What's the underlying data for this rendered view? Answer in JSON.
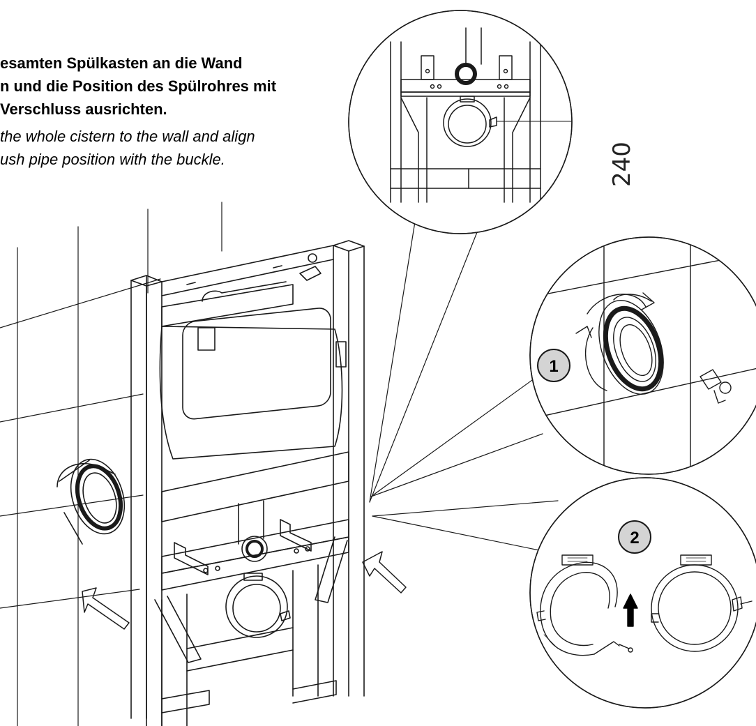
{
  "instructions": {
    "german": [
      "esamten Spülkasten an die Wand",
      "n und die Position des Spülrohres mit",
      "Verschluss ausrichten."
    ],
    "english": [
      "the whole cistern to the wall and align",
      "ush pipe position with the buckle."
    ]
  },
  "dimension": {
    "value": "240"
  },
  "steps": [
    {
      "label": "1"
    },
    {
      "label": "2"
    }
  ],
  "colors": {
    "line": "#1a1a1a",
    "badge_fill": "#d4d4d4",
    "background": "#ffffff"
  }
}
